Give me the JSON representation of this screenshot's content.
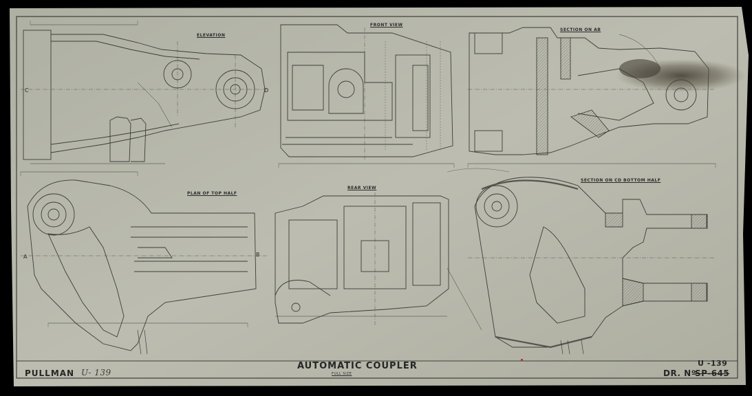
{
  "drawing": {
    "title": "AUTOMATIC  COUPLER",
    "scale": "FULL  SIZE",
    "maker": "PULLMAN",
    "handwritten_ref": "U- 139",
    "number_label": "DR. Nº",
    "number_old": "SP-645",
    "number_new": "U -139"
  },
  "views": {
    "elevation": "ELEVATION",
    "front": "FRONT  VIEW",
    "section_ab": "SECTION  ON  AB",
    "plan_top": "PLAN  OF  TOP  HALF",
    "rear": "REAR  VIEW",
    "section_cd": "SECTION  ON  CD  BOTTOM  HALF"
  },
  "section_marks": {
    "c": "C",
    "d": "D",
    "a": "A",
    "b": "B"
  },
  "colors": {
    "paper": "#b7b8aa",
    "line": "#3c3c38",
    "stain": "#4b463c",
    "background": "#000000"
  }
}
